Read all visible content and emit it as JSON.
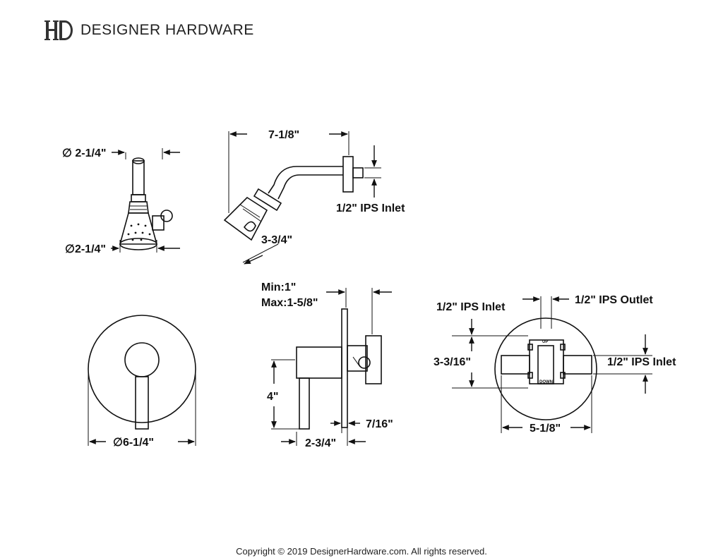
{
  "brand": {
    "name": "DESIGNER HARDWARE"
  },
  "dimensions": {
    "showerhead_top_diameter": "∅ 2-1/4\"",
    "showerhead_bottom_diameter": "∅2-1/4\"",
    "arm_length": "7-1/8\"",
    "arm_inlet": "1/2\" IPS Inlet",
    "arm_drop": "3-3/4\"",
    "plate_diameter": "∅6-1/4\"",
    "valve_min": "Min:1\"",
    "valve_max": "Max:1-5/8\"",
    "handle_height": "4\"",
    "valve_depth": "7/16\"",
    "handle_projection": "2-3/4\"",
    "back_inlet_top": "1/2\" IPS Inlet",
    "back_outlet": "1/2\" IPS Outlet",
    "back_height": "3-3/16\"",
    "back_inlet_right": "1/2\" IPS Inlet",
    "back_width": "5-1/8\""
  },
  "valve_labels": {
    "up": "UP",
    "down": "DOWN"
  },
  "footer": {
    "copyright": "Copyright © 2019 DesignerHardware.com. All rights reserved."
  }
}
